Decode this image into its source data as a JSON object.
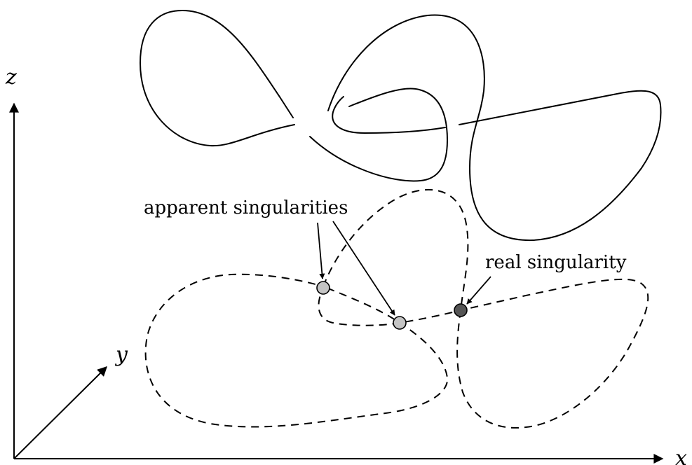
{
  "axes": {
    "x_label": "x",
    "y_label": "y",
    "z_label": "z"
  },
  "annotations": {
    "apparent": "apparent singularities",
    "real": "real singularity"
  },
  "colors": {
    "apparent_singularity_fill": "#c4c4c4",
    "real_singularity_fill": "#555555",
    "stroke": "#000000"
  }
}
